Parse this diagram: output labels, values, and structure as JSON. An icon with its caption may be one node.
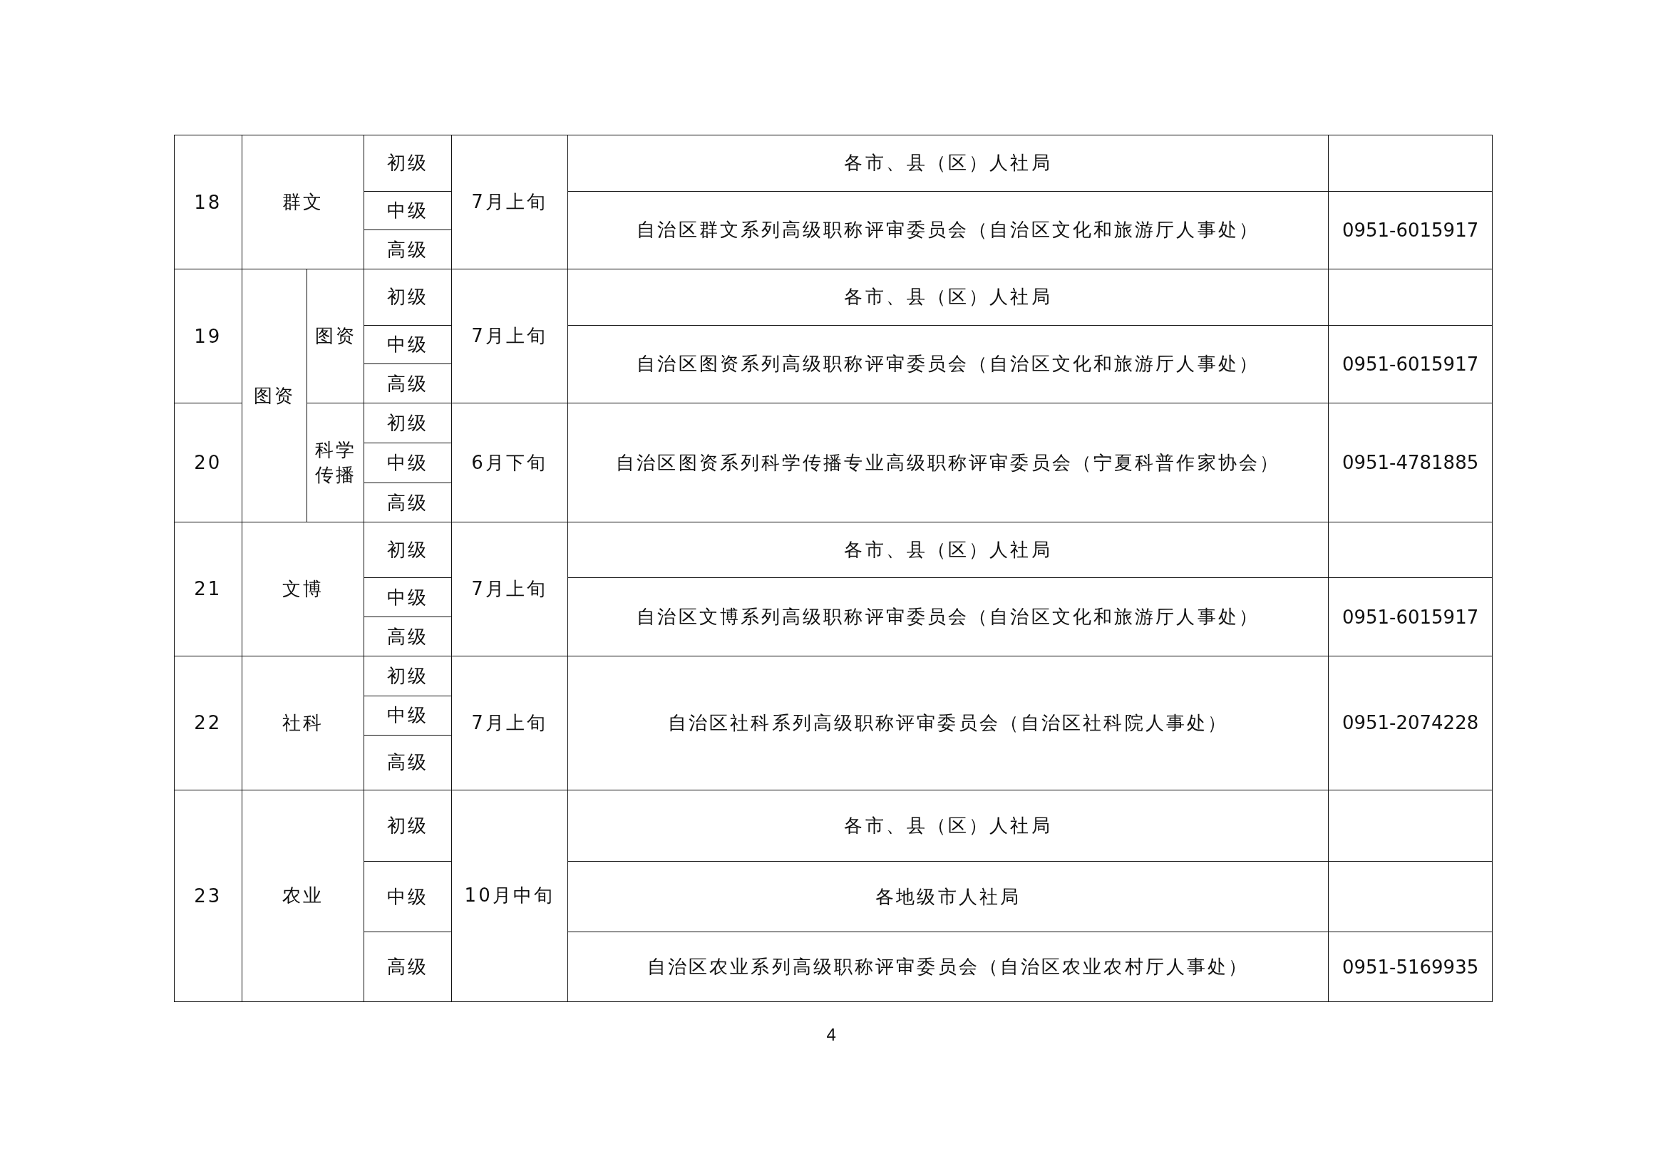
{
  "diagram": {
    "labels": [
      "18",
      "群文",
      "初级",
      "中级",
      "高级",
      "7月上旬",
      "各市、县（区）人社局",
      "自治区群文系列高级职称评审委员会（自治区文化和旅游厅人事处）",
      "0951-6015917",
      "19",
      "图资",
      "图资",
      "初级",
      "中级",
      "高级",
      "7月上旬",
      "各市、县（区）人社局",
      "自治区图资系列高级职称评审委员会（自治区文化和旅游厅人事处）",
      "0951-6015917",
      "20",
      "科学传播",
      "初级",
      "中级",
      "高级",
      "6月下旬",
      "自治区图资系列科学传播专业高级职称评审委员会（宁夏科普作家协会）",
      "0951-4781885",
      "21",
      "文博",
      "初级",
      "中级",
      "高级",
      "7月上旬",
      "各市、县（区）人社局",
      "自治区文博系列高级职称评审委员会（自治区文化和旅游厅人事处）",
      "0951-6015917",
      "22",
      "社科",
      "初级",
      "中级",
      "高级",
      "7月上旬",
      "自治区社科系列高级职称评审委员会（自治区社科院人事处）",
      "0951-2074228",
      "23",
      "农业",
      "初级",
      "中级",
      "高级",
      "10月中旬",
      "各市、县（区）人社局",
      "各地级市人社局",
      "自治区农业系列高级职称评审委员会（自治区农业农村厅人事处）",
      "0951-5169935",
      "4"
    ]
  }
}
